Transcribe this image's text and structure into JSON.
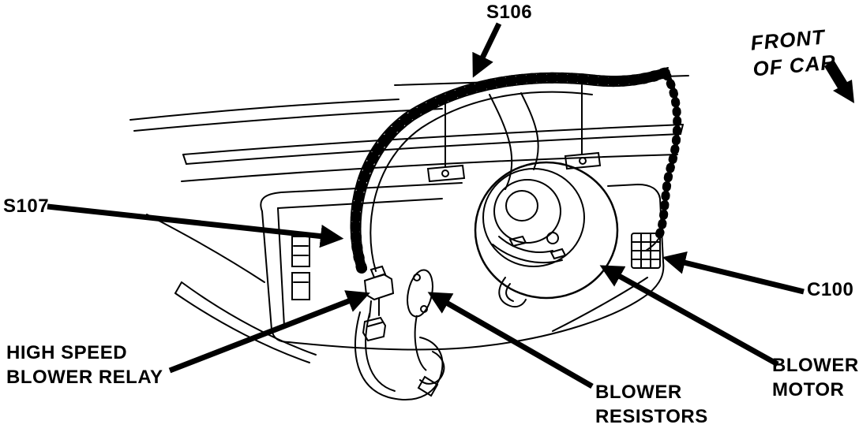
{
  "diagram": {
    "description": "Blower motor and wiring harness illustration",
    "labels": {
      "s106": "S106",
      "s107": "S107",
      "c100": "C100",
      "front_line1": "FRONT",
      "front_line2": "OF CAR",
      "relay_line1": "HIGH SPEED",
      "relay_line2": "BLOWER RELAY",
      "resistors_line1": "BLOWER",
      "resistors_line2": "RESISTORS",
      "motor_line1": "BLOWER",
      "motor_line2": "MOTOR"
    },
    "colors": {
      "ink": "#000000",
      "background": "#ffffff"
    }
  }
}
